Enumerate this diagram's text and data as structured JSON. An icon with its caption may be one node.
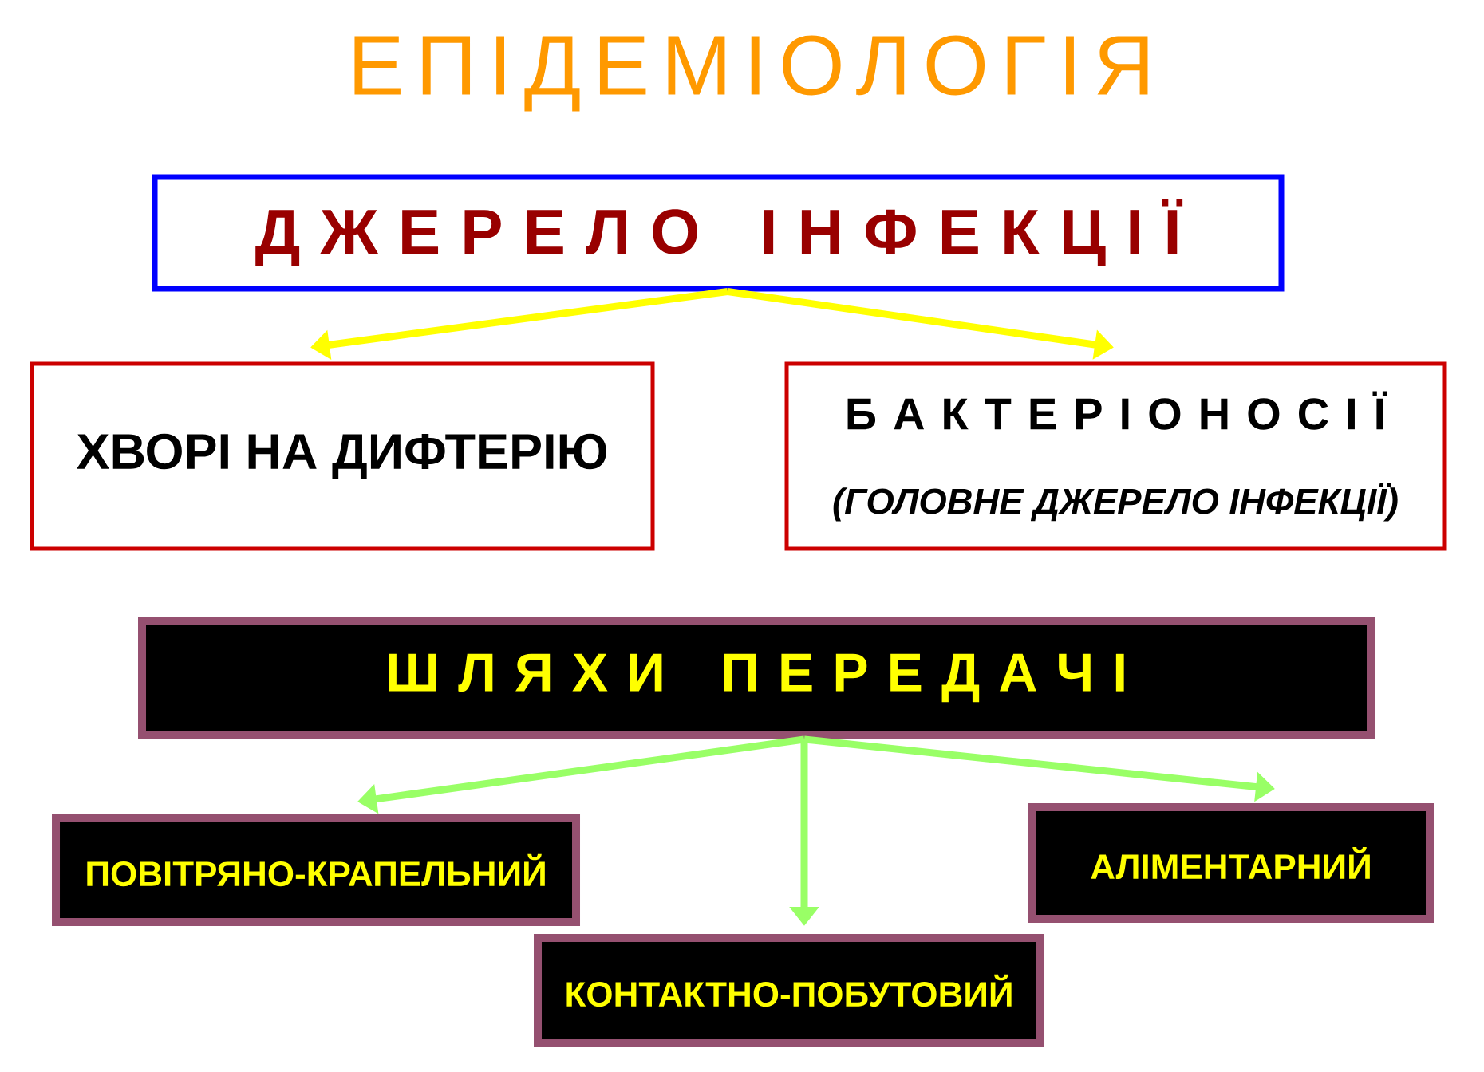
{
  "diagram": {
    "title": "ЕПІДЕМІОЛОГІЯ",
    "nodes": [
      {
        "text": [
          "Д Ж Е Р Е Л О   І Н Ф Е К Ц І Ї"
        ]
      },
      {
        "text": [
          "ХВОРІ НА ДИФТЕРІЮ"
        ]
      },
      {
        "text": [
          "Б А К Т Е Р І О Н О С І Ї",
          "(ГОЛОВНЕ ДЖЕРЕЛО ІНФЕКЦІЇ)"
        ]
      },
      {
        "text": [
          "Ш Л Я Х И   П Е Р Е Д А Ч І"
        ]
      },
      {
        "text": [
          "ПОВІТРЯНО-КРАПЕЛЬНИЙ"
        ]
      },
      {
        "text": [
          "КОНТАКТНО-ПОБУТОВИЙ"
        ]
      },
      {
        "text": [
          "АЛІМЕНТАРНИЙ"
        ]
      }
    ],
    "edges": [
      {
        "from": 0,
        "to": 1,
        "arrow": "to",
        "color": "#ffff00"
      },
      {
        "from": 0,
        "to": 2,
        "arrow": "to",
        "color": "#ffff00"
      },
      {
        "from": 3,
        "to": 4,
        "arrow": "to"
      },
      {
        "from": 3,
        "to": 5,
        "arrow": "to"
      },
      {
        "from": 3,
        "to": 6,
        "arrow": "to"
      }
    ]
  }
}
